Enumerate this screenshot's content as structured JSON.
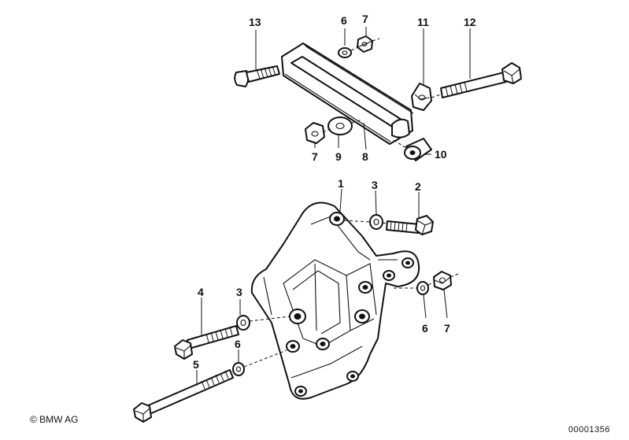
{
  "callouts": {
    "c1": "1",
    "c2": "2",
    "c3a": "3",
    "c3b": "3",
    "c4": "4",
    "c5": "5",
    "c6a": "6",
    "c6b": "6",
    "c6c": "6",
    "c7a": "7",
    "c7b": "7",
    "c7c": "7",
    "c8": "8",
    "c9": "9",
    "c10": "10",
    "c11": "11",
    "c12": "12",
    "c13": "13"
  },
  "footer": {
    "copyright": "© BMW AG",
    "document_number": "00001356"
  }
}
